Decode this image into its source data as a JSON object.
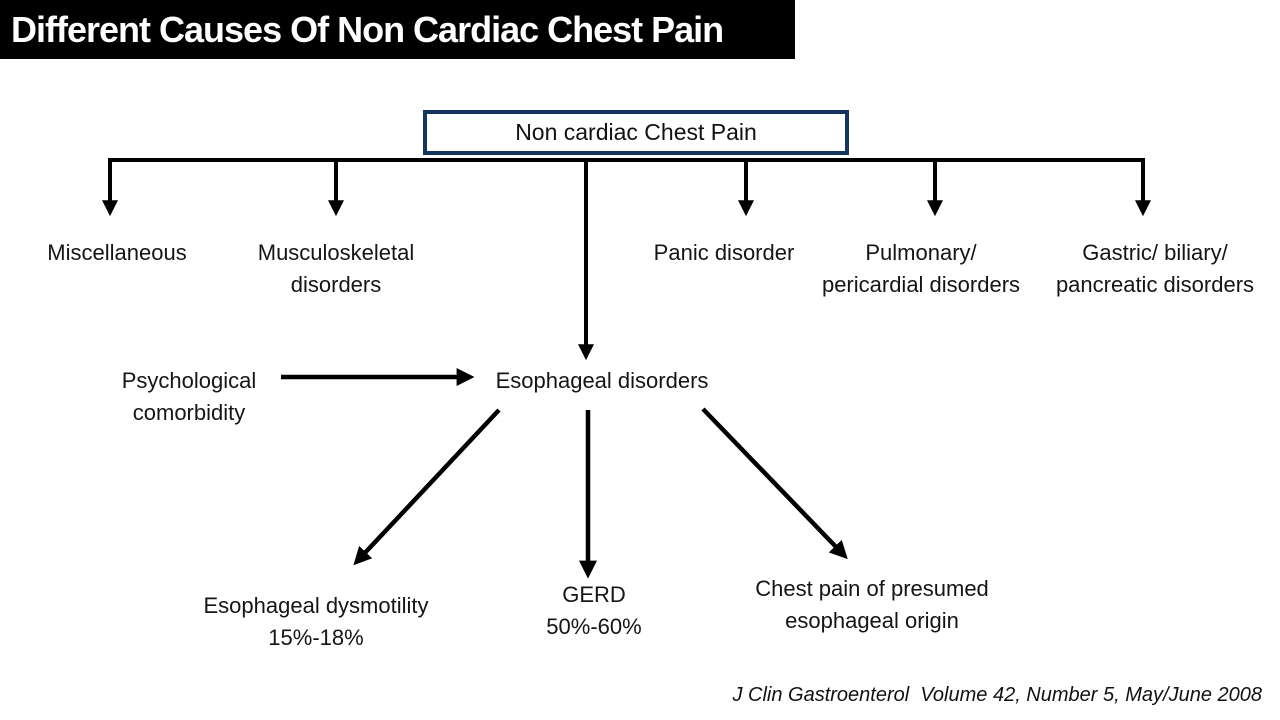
{
  "title": "Different Causes Of Non Cardiac Chest Pain",
  "root_box": {
    "label": "Non cardiac Chest Pain"
  },
  "branches": {
    "miscellaneous": {
      "line1": "Miscellaneous"
    },
    "musculoskeletal": {
      "line1": "Musculoskeletal",
      "line2": "disorders"
    },
    "panic": {
      "line1": "Panic disorder"
    },
    "pulmonary": {
      "line1": "Pulmonary/",
      "line2": "pericardial disorders"
    },
    "gastric": {
      "line1": "Gastric/ biliary/",
      "line2": "pancreatic disorders"
    }
  },
  "mid_nodes": {
    "psychological": {
      "line1": "Psychological",
      "line2": "comorbidity"
    },
    "esophageal": {
      "line1": "Esophageal disorders"
    }
  },
  "leaves": {
    "dysmotility": {
      "line1": "Esophageal dysmotility",
      "line2": "15%-18%"
    },
    "gerd": {
      "line1": "GERD",
      "line2": "50%-60%"
    },
    "presumed": {
      "line1": "Chest pain of presumed",
      "line2": "esophageal origin"
    }
  },
  "citation": "J Clin Gastroenterol  Volume 42, Number 5, May/June 2008",
  "colors": {
    "title_bg": "#000000",
    "title_text": "#ffffff",
    "box_border": "#17365d",
    "line": "#000000",
    "background": "#ffffff"
  }
}
